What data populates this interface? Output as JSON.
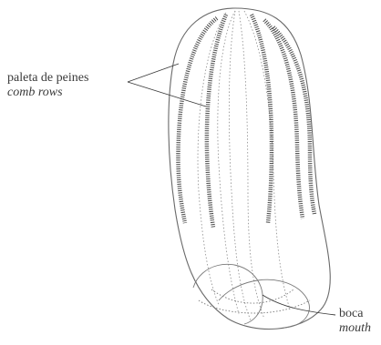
{
  "labels": {
    "comb_rows": {
      "es": "paleta de peines",
      "en": "comb rows"
    },
    "mouth": {
      "es": "boca",
      "en": "mouth"
    }
  },
  "colors": {
    "ink": "#3a3a3a",
    "comb": "#4a4a4a",
    "background": "#ffffff"
  }
}
